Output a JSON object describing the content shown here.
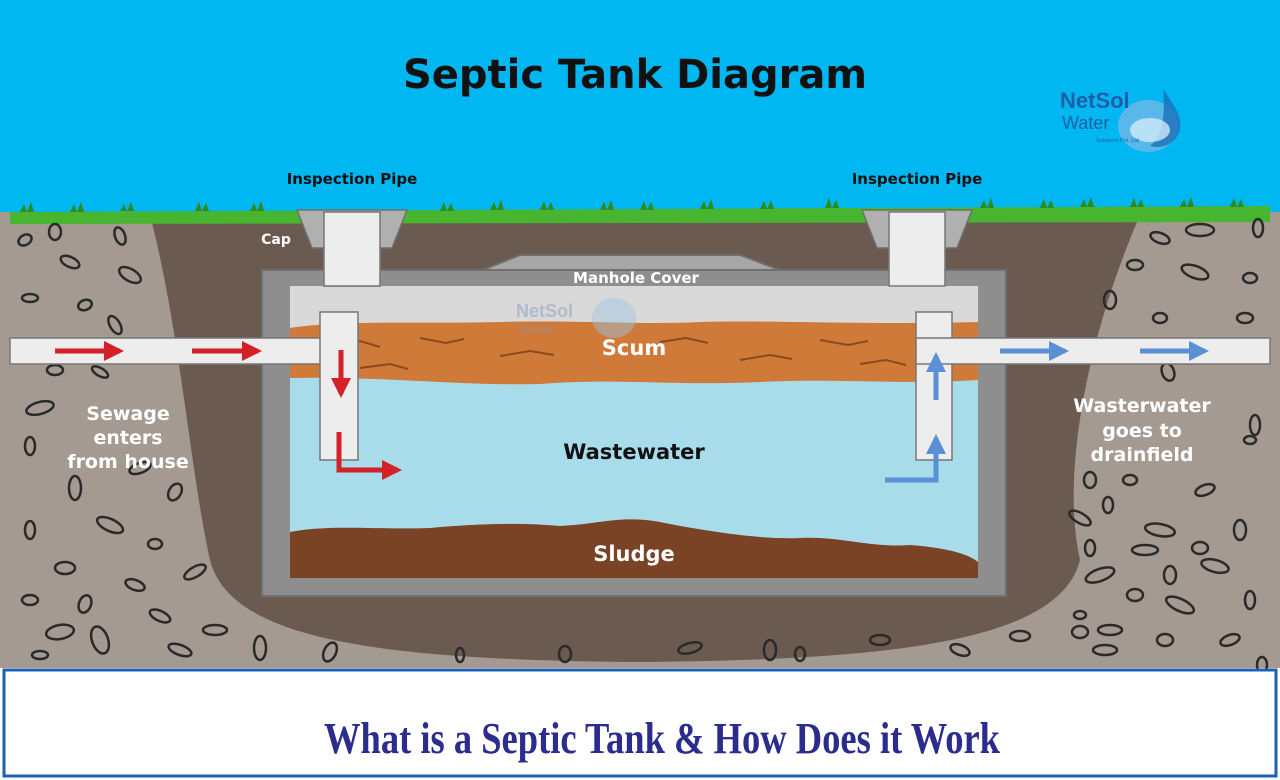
{
  "title": "Septic Tank Diagram",
  "labels": {
    "inspection_pipe_left": "Inspection Pipe",
    "inspection_pipe_right": "Inspection Pipe",
    "cap": "Cap",
    "manhole_cover": "Manhole Cover",
    "scum": "Scum",
    "wastewater": "Wastewater",
    "sludge": "Sludge",
    "sewage_in": [
      "Sewage",
      "enters",
      "from house"
    ],
    "wastewater_out": [
      "Wasterwater",
      "goes to",
      "drainfield"
    ]
  },
  "brand": {
    "name_line1": "NetSol",
    "name_line2": "Water",
    "tagline": "Solutions Pvt. Ltd"
  },
  "footer": {
    "caption": "What is a Septic Tank & How Does it Work"
  },
  "colors": {
    "sky": "#00B7F1",
    "grass": "#47B52F",
    "soil": "#A49A91",
    "dark_soil": "#6B5A50",
    "tank_wall": "#8A8A8A",
    "tank_inner": "#D9D9D9",
    "scum": "#D07A3A",
    "wastewater": "#A9DCEB",
    "sludge": "#7A4326",
    "inflow_arrow": "#D42027",
    "outflow_arrow": "#5B8FD6",
    "footer_text": "#2B2C8E",
    "border": "#1D5FB0"
  }
}
